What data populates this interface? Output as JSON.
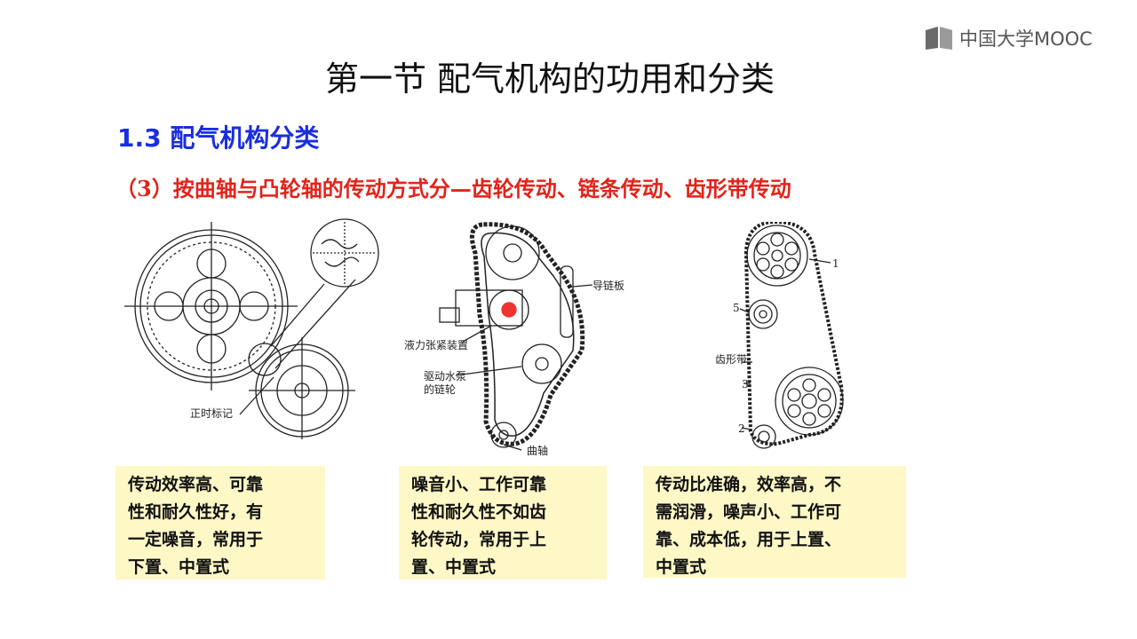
{
  "logo": {
    "text": "中国大学MOOC"
  },
  "slide": {
    "title": "第一节 配气机构的功用和分类",
    "section": "1.3 配气机构分类",
    "subsection": "（3）按曲轴与凸轮轴的传动方式分—齿轮传动、链条传动、齿形带传动"
  },
  "figures": {
    "gear": {
      "label_timing_mark": "正时标记"
    },
    "chain": {
      "label_guide_plate": "导链板",
      "label_tensioner": "液力张紧装置",
      "label_pump_line1": "驱动水泵",
      "label_pump_line2": "的链轮",
      "label_crankshaft": "曲轴"
    },
    "belt": {
      "label_1": "1",
      "label_2": "2",
      "label_3": "3",
      "label_5": "5",
      "label_toothed_belt": "齿形带"
    }
  },
  "notes": {
    "gear": [
      "传动效率高、可靠",
      "性和耐久性好，有",
      "一定噪音，常用于",
      "下置、中置式"
    ],
    "chain": [
      "噪音小、工作可靠",
      "性和耐久性不如齿",
      "轮传动，常用于上",
      "置、中置式"
    ],
    "belt": [
      "传动比准确，效率高，不",
      "需润滑，噪声小、工作可",
      "靠、成本低，用于上置、",
      "中置式"
    ]
  }
}
